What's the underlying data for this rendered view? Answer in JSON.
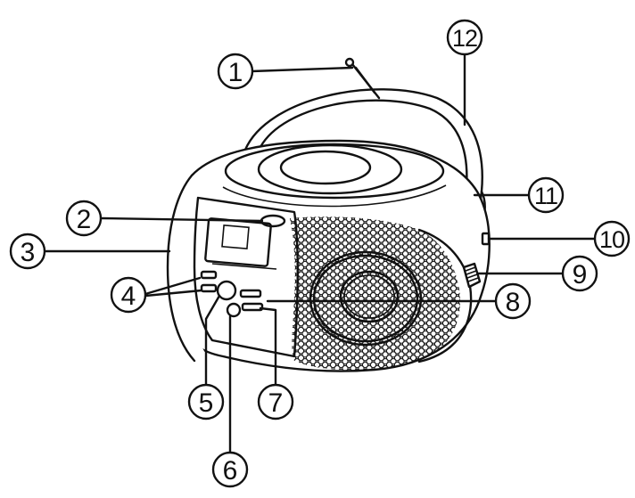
{
  "colors": {
    "line": "#111111",
    "background": "#ffffff"
  },
  "callouts": [
    {
      "id": "antenna",
      "label": "1"
    },
    {
      "id": "cd-door-open",
      "label": "2"
    },
    {
      "id": "left-speaker",
      "label": "3"
    },
    {
      "id": "buttons-left",
      "label": "4"
    },
    {
      "id": "play-button",
      "label": "5"
    },
    {
      "id": "stop-button",
      "label": "6"
    },
    {
      "id": "buttons-right",
      "label": "7"
    },
    {
      "id": "right-speaker",
      "label": "8"
    },
    {
      "id": "volume-knob",
      "label": "9"
    },
    {
      "id": "aux-jack",
      "label": "10"
    },
    {
      "id": "cd-lid",
      "label": "11"
    },
    {
      "id": "handle",
      "label": "12"
    }
  ]
}
